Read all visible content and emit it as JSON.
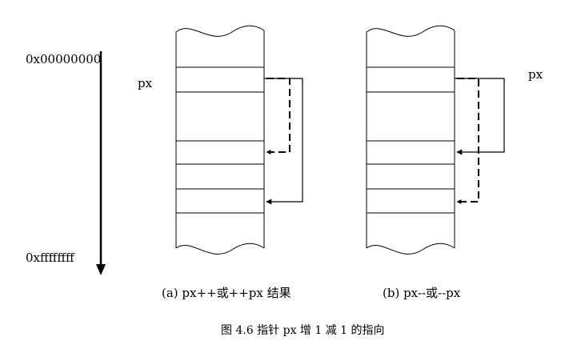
{
  "address_axis": {
    "top_label": "0x00000000",
    "bottom_label": "0xffffffff"
  },
  "panels": [
    {
      "pointer_label": "px",
      "caption": "(a) px++或++px 结果"
    },
    {
      "pointer_label": "px",
      "caption": "(b) px--或--px"
    }
  ],
  "figure_caption": "图 4.6 指针 px 增 1 减 1 的指向",
  "colors": {
    "line": "#000000",
    "background": "#ffffff"
  }
}
